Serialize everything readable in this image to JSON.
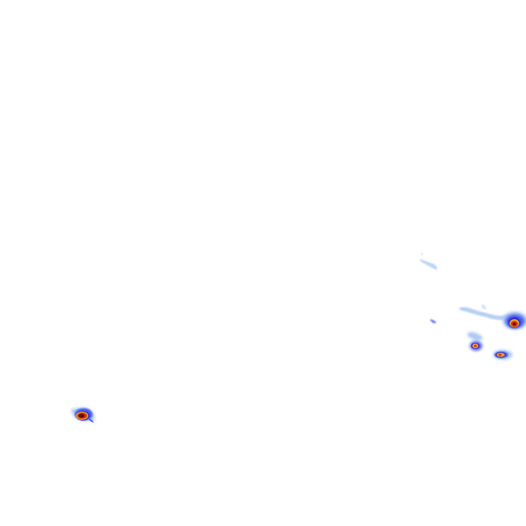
{
  "map": {
    "type": "precipitation-radar-overlay",
    "background_color": "#ffffff",
    "color_scale": {
      "light": "#a9c8f2",
      "moderate": "#4d5df5",
      "heavy": "#2c2cc8",
      "intense": "#e8a020",
      "very_intense": "#d83010",
      "extreme": "#6a0a0a"
    },
    "echoes": [
      {
        "name": "light-streak-north",
        "intensity": "light"
      },
      {
        "name": "light-band-east",
        "intensity": "light"
      },
      {
        "name": "small-cell-east-left",
        "intensity": "moderate"
      },
      {
        "name": "storm-cell-east-edge",
        "intensity": "extreme"
      },
      {
        "name": "storm-cell-east-center",
        "intensity": "intense"
      },
      {
        "name": "storm-cell-east-lower",
        "intensity": "intense"
      },
      {
        "name": "storm-cell-southwest",
        "intensity": "extreme"
      }
    ]
  }
}
